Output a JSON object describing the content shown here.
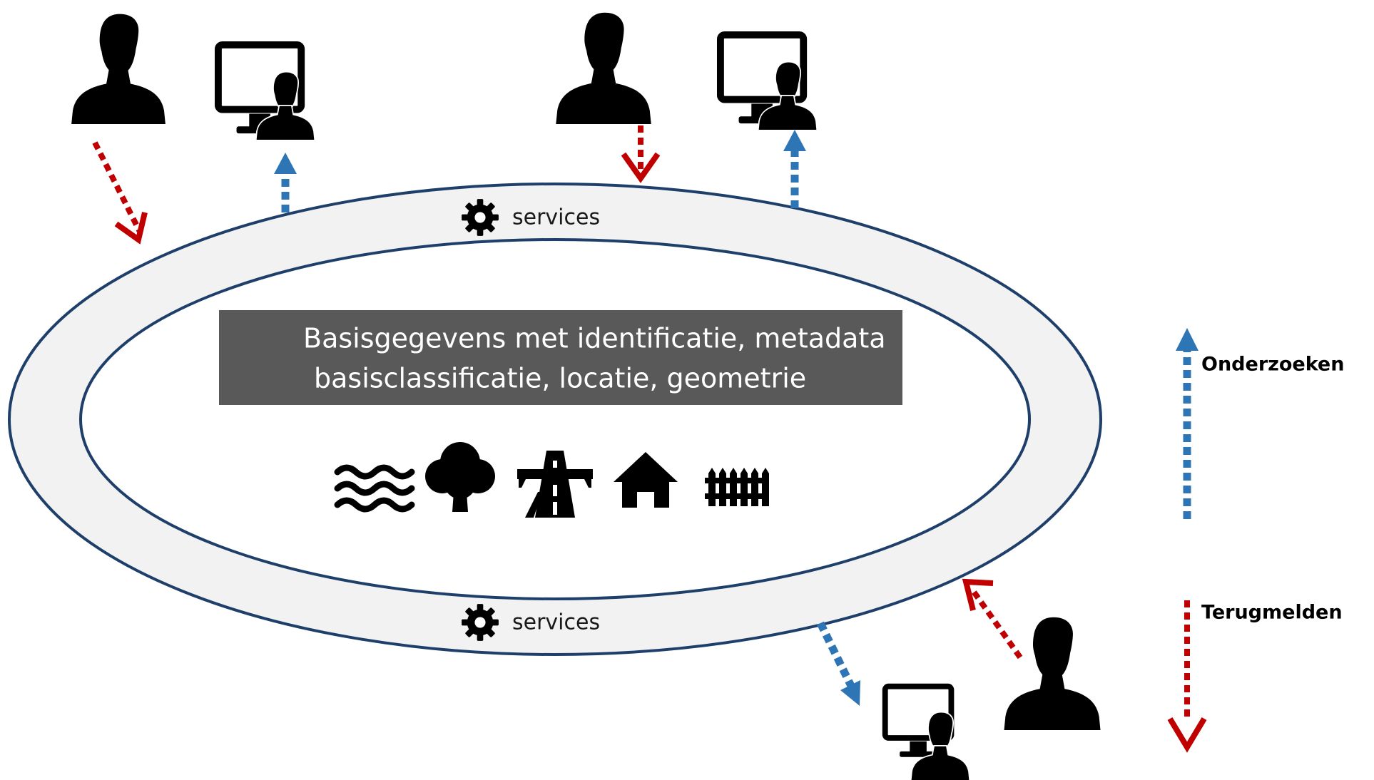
{
  "ring": {
    "services_top_label": "services",
    "services_bottom_label": "services"
  },
  "center_box": {
    "line1": "Basisgegevens met identificatie, metadata",
    "line2": "basisclassificatie, locatie, geometrie"
  },
  "feature_icons": [
    "water-icon",
    "tree-icon",
    "road-icon",
    "house-icon",
    "fence-icon"
  ],
  "legend": {
    "query_label": "Onderzoeken",
    "report_label": "Terugmelden"
  },
  "colors": {
    "ring_outline": "#1f3f6b",
    "ring_fill": "#f2f2f2",
    "center_box": "#595959",
    "query_arrow": "#2e75b6",
    "report_arrow": "#c00000"
  }
}
